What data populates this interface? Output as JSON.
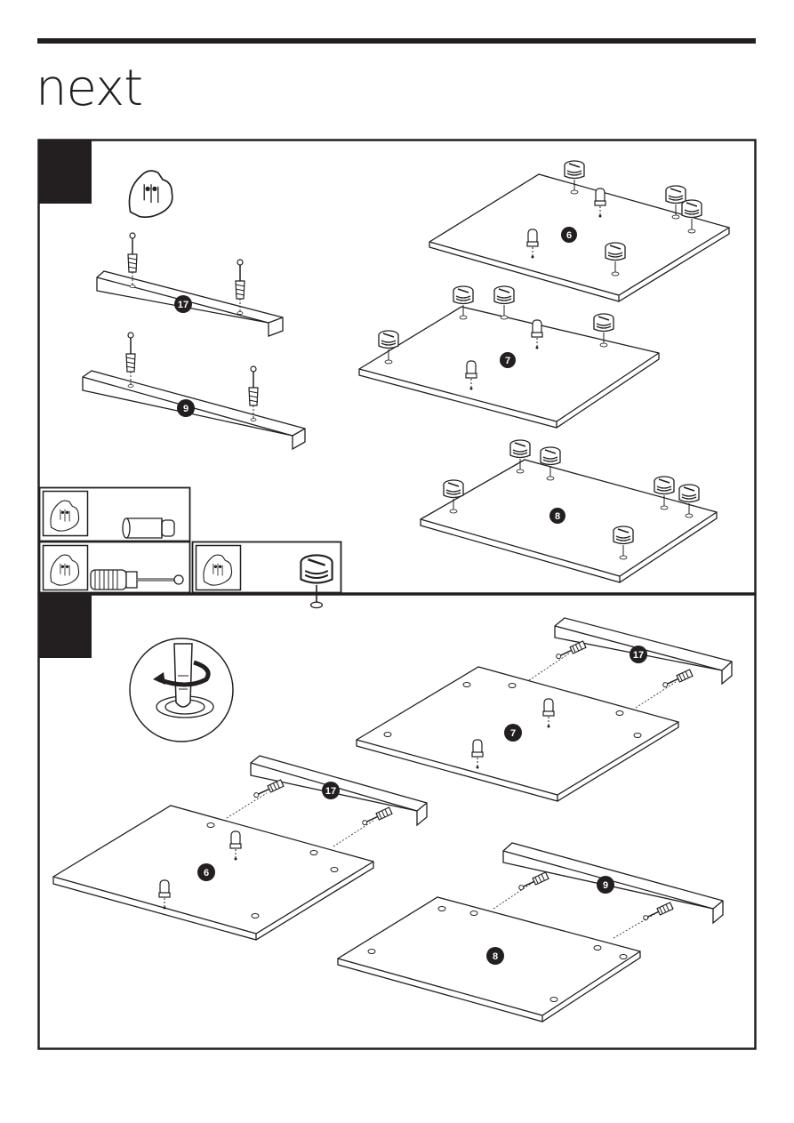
{
  "brand": {
    "logo_text": "next"
  },
  "colors": {
    "ink": "#231f20",
    "paper": "#ffffff",
    "badge": "#231f20",
    "badge_text": "#ffffff"
  },
  "step1": {
    "parts": {
      "p17": "17",
      "p9": "9",
      "p6": "6",
      "p7": "7",
      "p8": "8"
    },
    "legend_icons": [
      "hand-icon",
      "dowel-icon",
      "cam-bolt-icon",
      "cam-lock-icon"
    ]
  },
  "step2": {
    "parts": {
      "p17a": "17",
      "p7": "7",
      "p17b": "17",
      "p6": "6",
      "p9": "9",
      "p8": "8"
    },
    "detail_icons": [
      "screwdriver-icon",
      "rotate-arrow-icon"
    ]
  }
}
